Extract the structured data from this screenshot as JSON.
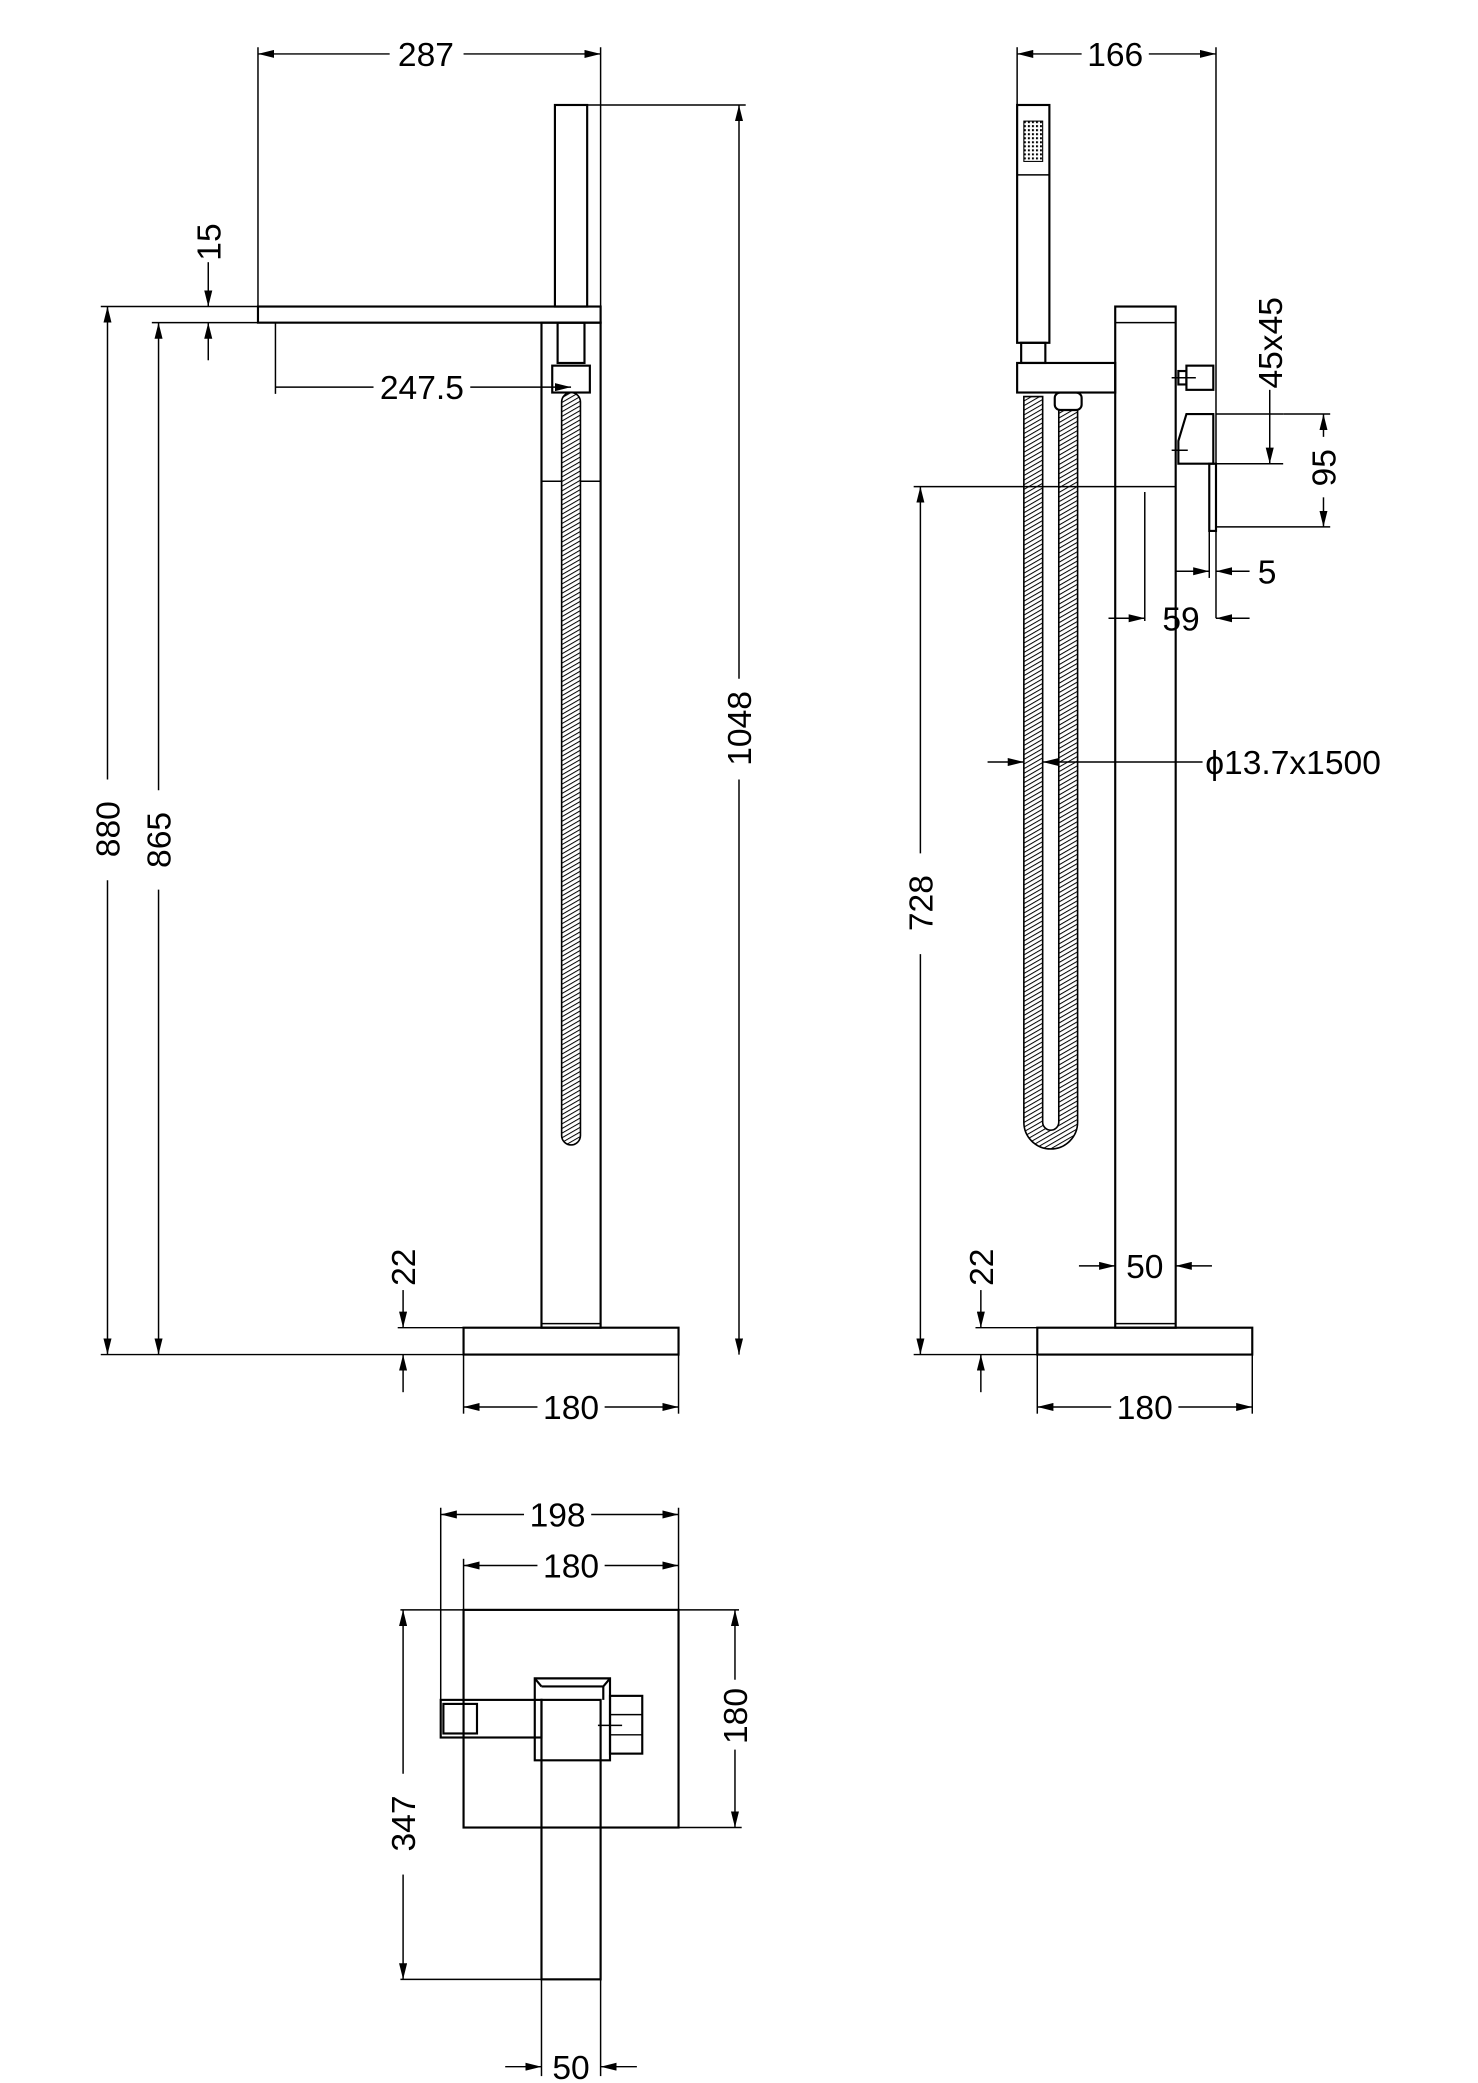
{
  "front_view": {
    "width_overall": "287",
    "spout_thickness": "15",
    "spout_reach": "247.5",
    "height_to_spout_top": "880",
    "height_to_spout_bottom": "865",
    "height_overall": "1048",
    "base_thickness": "22",
    "base_width": "180"
  },
  "side_view": {
    "width_overall": "166",
    "lever_size": "45x45",
    "lever_height": "95",
    "lever_gap": "5",
    "lever_projection": "59",
    "hose_spec": "ϕ13.7x1500",
    "body_height": "728",
    "column_width": "50",
    "base_thickness": "22",
    "base_width": "180"
  },
  "top_view": {
    "width_overall": "198",
    "base_width": "180",
    "depth_overall": "347",
    "base_depth": "180",
    "column_width": "50"
  }
}
